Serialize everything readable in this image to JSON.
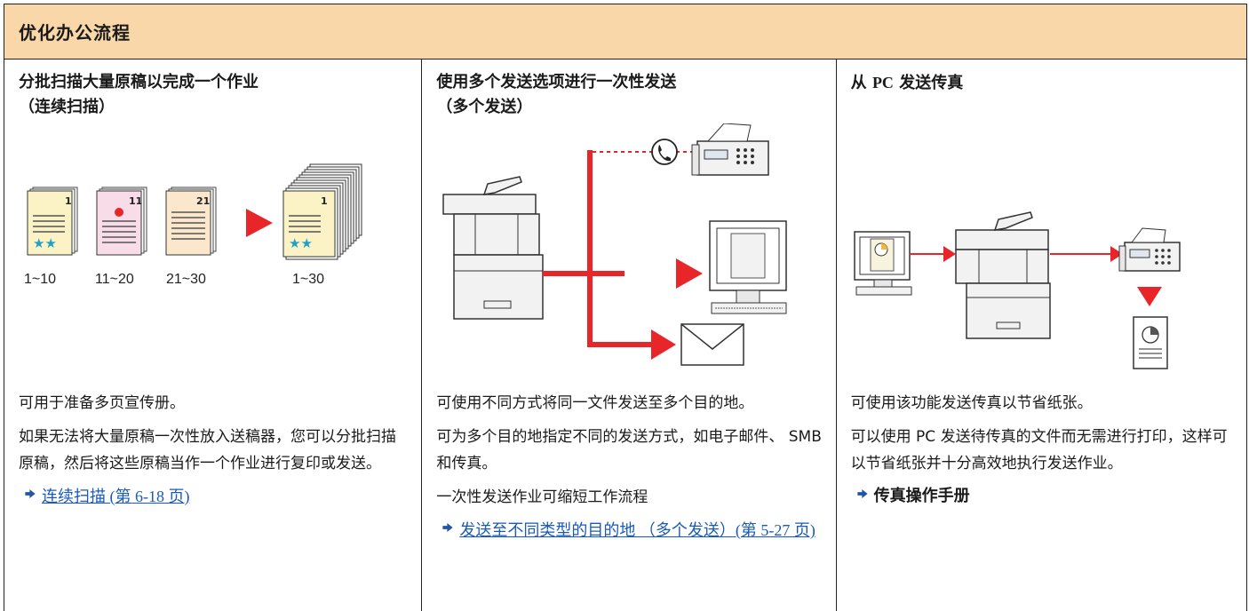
{
  "header": {
    "title": "优化办公流程"
  },
  "columns": [
    {
      "title_line1": "分批扫描大量原稿以完成一个作业",
      "title_line2": "（连续扫描）",
      "page_numbers": [
        "1",
        "11",
        "21",
        "1"
      ],
      "page_ranges": [
        "1~10",
        "11~20",
        "21~30",
        "1~30"
      ],
      "paragraphs": [
        "可用于准备多页宣传册。",
        "如果无法将大量原稿一次性放入送稿器，您可以分批扫描原稿，然后将这些原稿当作一个作业进行复印或发送。"
      ],
      "link": "连续扫描 (第 6-18 页)"
    },
    {
      "title_line1": "使用多个发送选项进行一次性发送",
      "title_line2": "（多个发送）",
      "paragraphs": [
        "可使用不同方式将同一文件发送至多个目的地。",
        "可为多个目的地指定不同的发送方式，如电子邮件、 SMB 和传真。",
        "一次性发送作业可缩短工作流程"
      ],
      "link": "发送至不同类型的目的地 （多个发送）(第 5-27 页)"
    },
    {
      "title_prefix": "从 ",
      "title_bold": "PC",
      "title_suffix": " 发送传真",
      "paragraphs": [
        "可使用该功能发送传真以节省纸张。",
        "可以使用 PC 发送待传真的文件而无需进行打印，这样可以节省纸张并十分高效地执行发送作业。"
      ],
      "link": "传真操作手册"
    }
  ],
  "colors": {
    "header_bg": "#f9d7a8",
    "accent_red": "#e8262a",
    "link_blue": "#1a5ab8",
    "arrow_blue": "#1f56a6"
  }
}
